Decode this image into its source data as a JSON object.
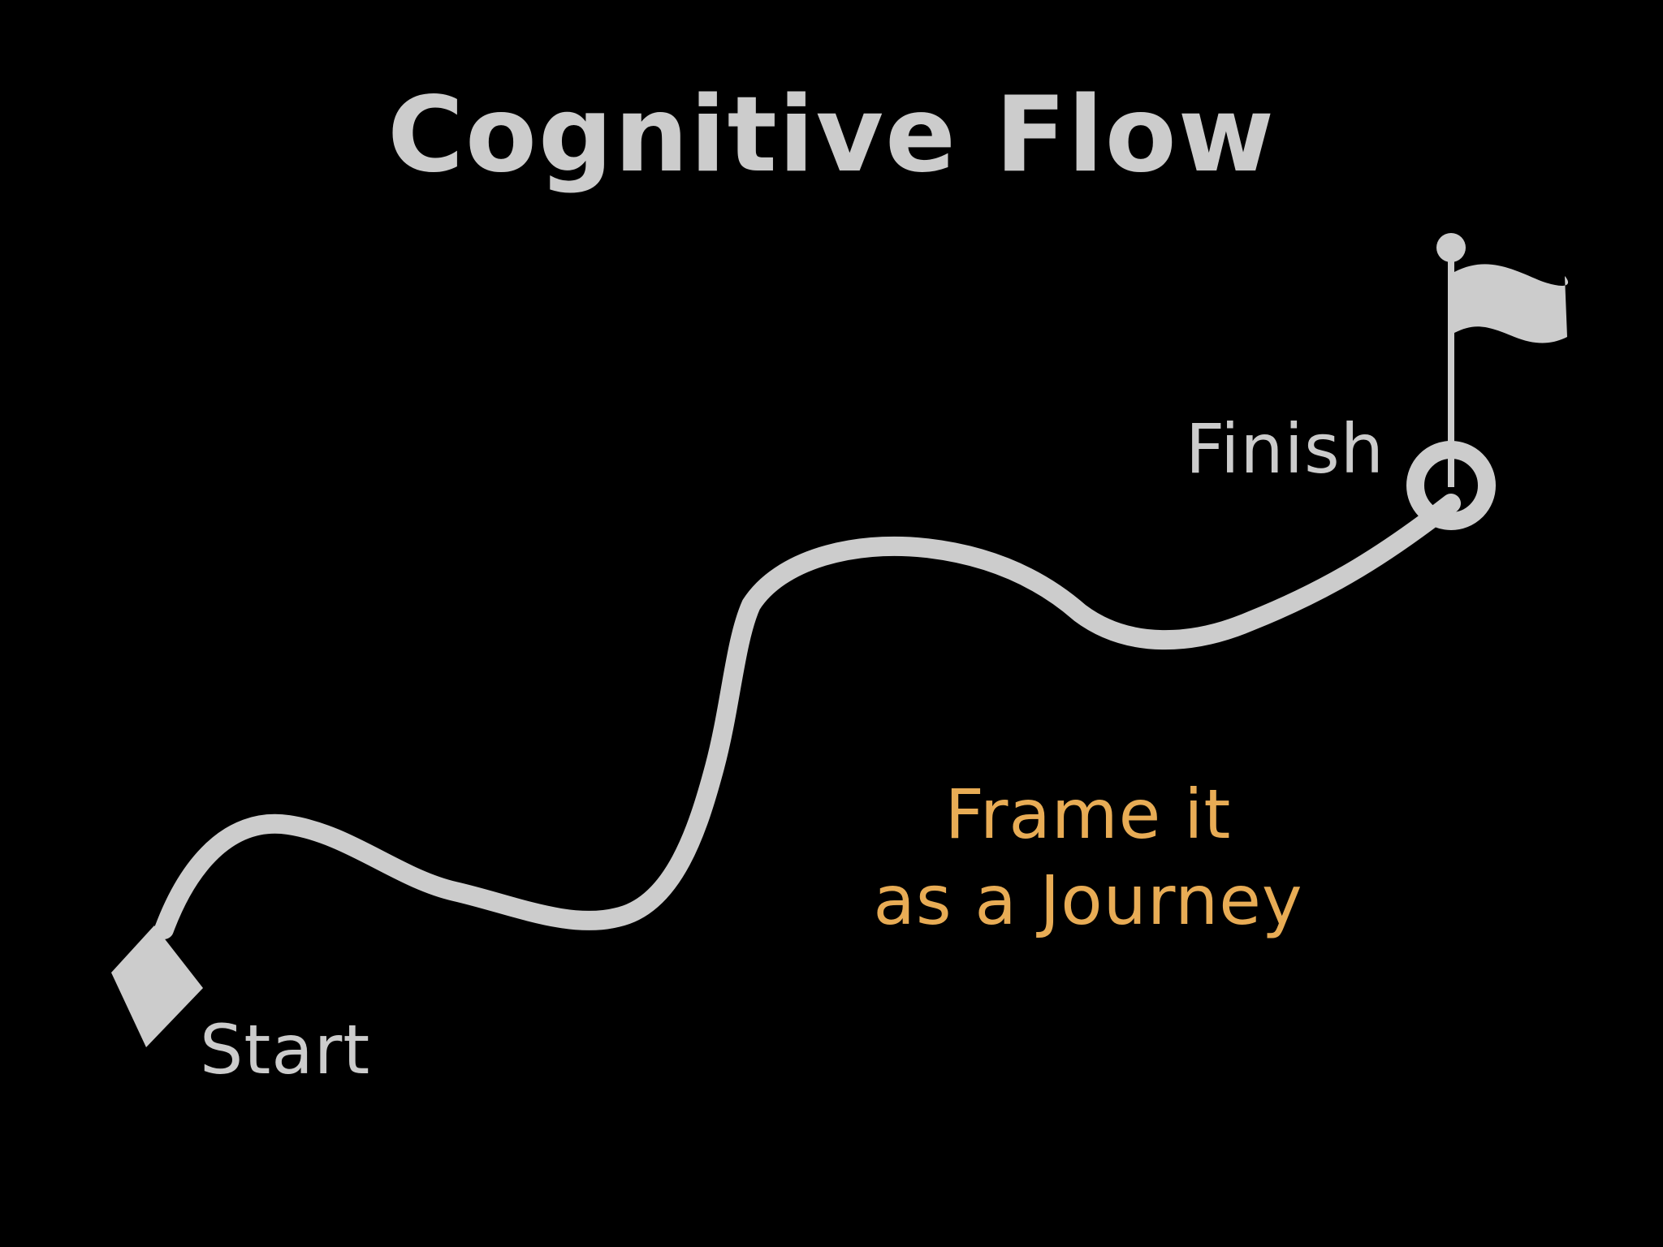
{
  "title": "Cognitive Flow",
  "start_label": "Start",
  "finish_label": "Finish",
  "tagline": {
    "line1": "Frame it",
    "line2": "as a Journey"
  },
  "colors": {
    "background": "#000000",
    "path": "#cccccc",
    "text": "#cccccc",
    "accent": "#e8ac55"
  },
  "icons": {
    "start": "start-marker-icon",
    "finish": "flag-icon"
  }
}
